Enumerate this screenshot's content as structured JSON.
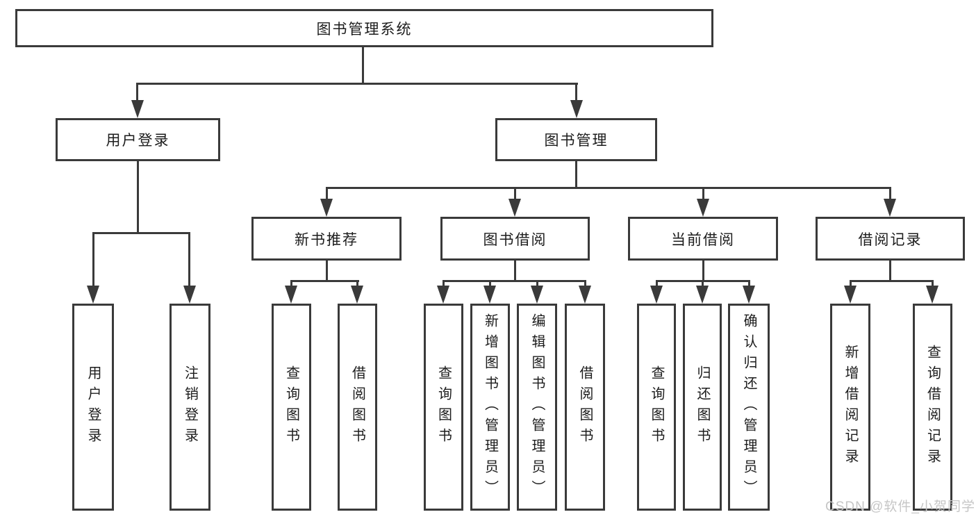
{
  "diagram": {
    "type": "tree",
    "root": {
      "label": "图书管理系统",
      "children": [
        {
          "label": "用户登录",
          "children": [
            {
              "label": "用户登录"
            },
            {
              "label": "注销登录"
            }
          ]
        },
        {
          "label": "图书管理",
          "children": [
            {
              "label": "新书推荐",
              "children": [
                {
                  "label": "查询图书"
                },
                {
                  "label": "借阅图书"
                }
              ]
            },
            {
              "label": "图书借阅",
              "children": [
                {
                  "label": "查询图书"
                },
                {
                  "label": "新增图书（管理员）"
                },
                {
                  "label": "编辑图书（管理员）"
                },
                {
                  "label": "借阅图书"
                }
              ]
            },
            {
              "label": "当前借阅",
              "children": [
                {
                  "label": "查询图书"
                },
                {
                  "label": "归还图书"
                },
                {
                  "label": "确认归还（管理员）"
                }
              ]
            },
            {
              "label": "借阅记录",
              "children": [
                {
                  "label": "新增借阅记录"
                },
                {
                  "label": "查询借阅记录"
                }
              ]
            }
          ]
        }
      ]
    }
  },
  "watermark": {
    "text": "CSDN @软件_小贺同学"
  },
  "colors": {
    "line": "#3a3a3a",
    "box_border": "#3a3a3a",
    "text": "#1c1c1c",
    "watermark": "#c6c6c6",
    "background": "#ffffff"
  }
}
